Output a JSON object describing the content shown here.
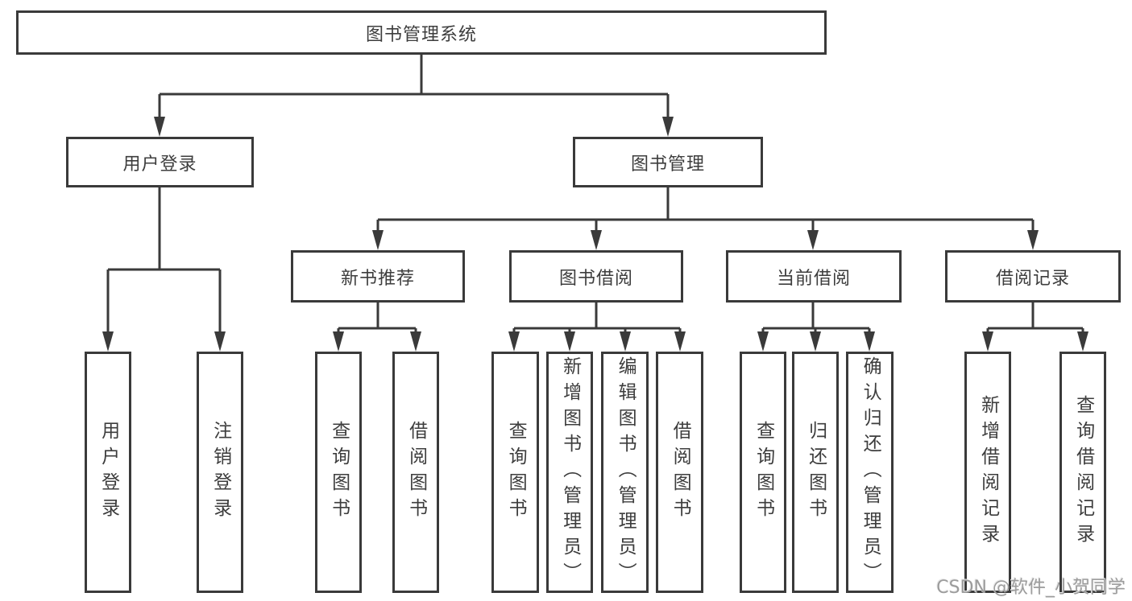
{
  "colors": {
    "line": "#3a3a3a",
    "node_text": "#3d3d3d",
    "node_fill": "#ffffff",
    "background": "#ffffff",
    "watermark": "#9c9c9c"
  },
  "watermark": {
    "text": "CSDN @软件_小贺同学"
  },
  "diagram": {
    "title": "图书管理系统",
    "branches": [
      {
        "label": "用户登录",
        "children": [
          {
            "label": "用户登录"
          },
          {
            "label": "注销登录"
          }
        ]
      },
      {
        "label": "图书管理",
        "children": [
          {
            "label": "新书推荐",
            "children": [
              {
                "label": "查询图书"
              },
              {
                "label": "借阅图书"
              }
            ]
          },
          {
            "label": "图书借阅",
            "children": [
              {
                "label": "查询图书"
              },
              {
                "label": "新增图书（管理员）"
              },
              {
                "label": "编辑图书（管理员）"
              },
              {
                "label": "借阅图书"
              }
            ]
          },
          {
            "label": "当前借阅",
            "children": [
              {
                "label": "查询图书"
              },
              {
                "label": "归还图书"
              },
              {
                "label": "确认归还（管理员）"
              }
            ]
          },
          {
            "label": "借阅记录",
            "children": [
              {
                "label": "新增借阅记录"
              },
              {
                "label": "查询借阅记录"
              }
            ]
          }
        ]
      }
    ]
  }
}
